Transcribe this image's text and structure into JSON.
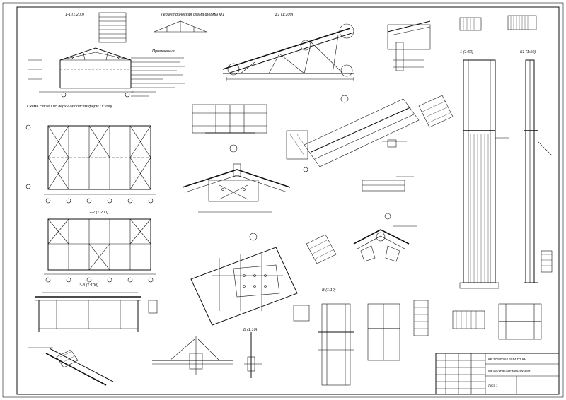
{
  "sheet": {
    "kind": "steel structure drawing sheet"
  },
  "views": [
    {
      "id": "section-1-1",
      "title": "1-1 (1:200)"
    },
    {
      "id": "truss-scheme",
      "title": "Геометрическая схема фермы Ф1"
    },
    {
      "id": "truss-node",
      "title": "Ф1 (1:100)"
    },
    {
      "id": "plan-top-chord",
      "title": "Схема связей по верхним поясам ферм (1:200)"
    },
    {
      "id": "plan-lower",
      "title": "2-2 (1:200)"
    },
    {
      "id": "section-3-3",
      "title": "3-3 (1:100)"
    },
    {
      "id": "detail-a",
      "title": "Б (1:10)"
    },
    {
      "id": "detail-b",
      "title": "В (1:10)"
    },
    {
      "id": "column-1",
      "title": "1 (1:50)"
    },
    {
      "id": "column-2",
      "title": "К1 (1:50)"
    }
  ],
  "notes": {
    "heading": "Примечания"
  },
  "title_block": {
    "line1": "КР 270800.62.2014 ПЗ КМ",
    "line2": "Металлические конструкции",
    "line3": "Лист 1"
  }
}
